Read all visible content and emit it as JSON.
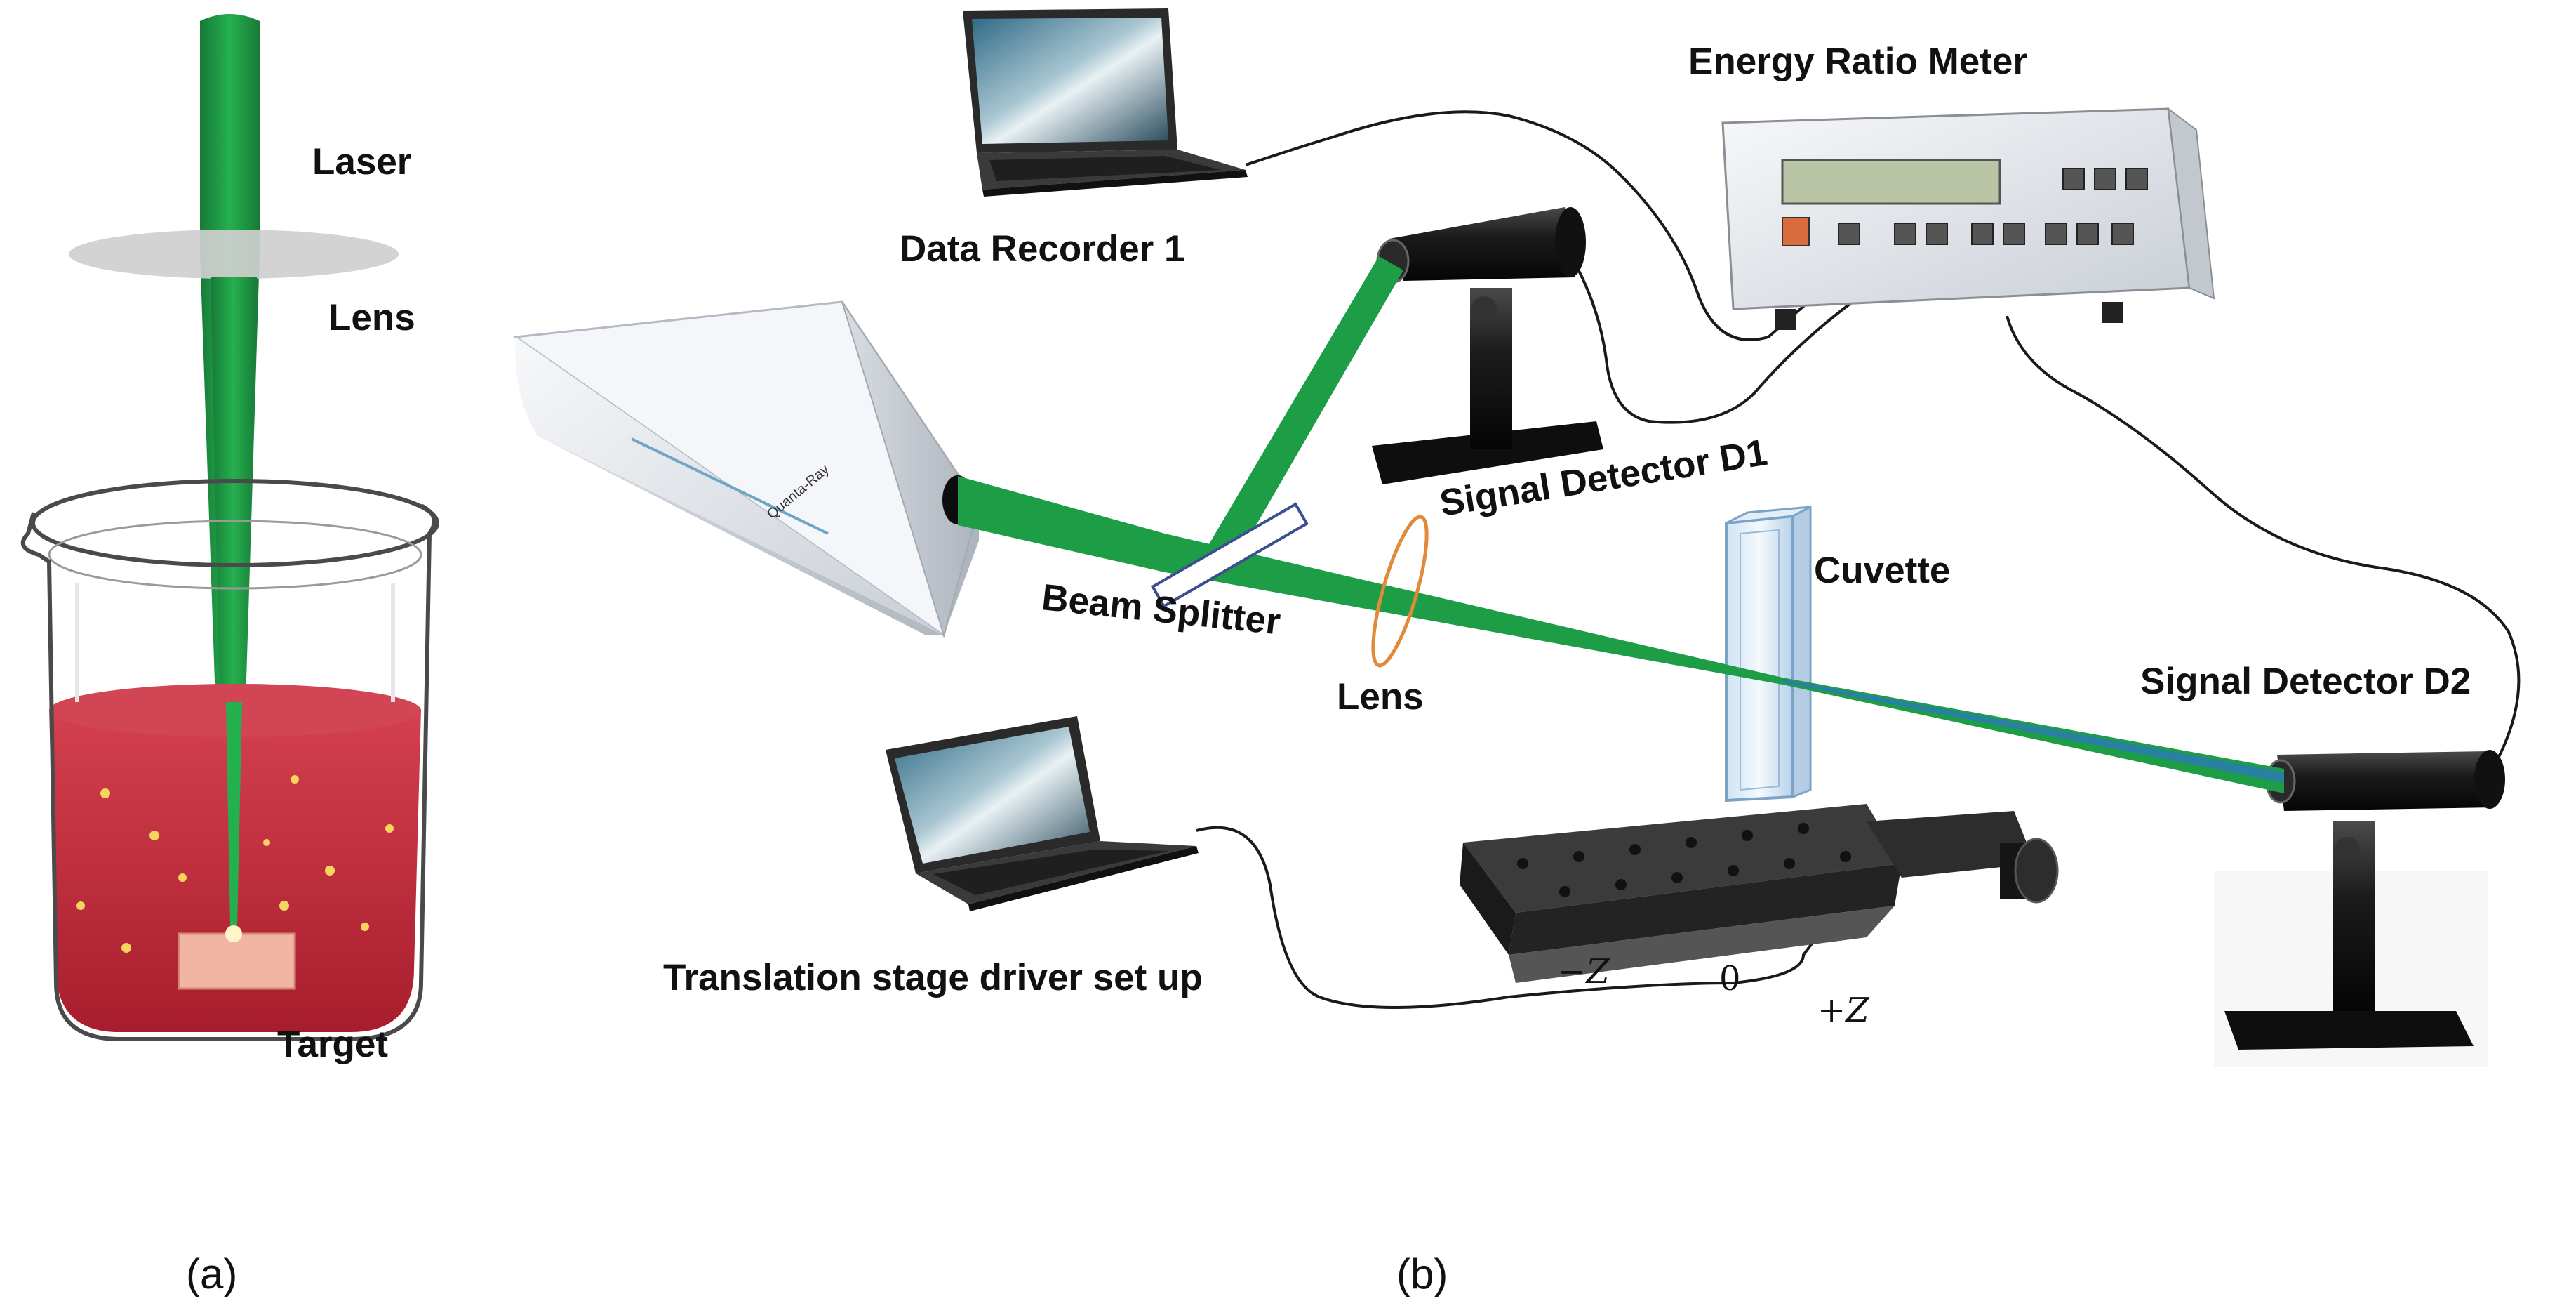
{
  "panel_a": {
    "caption": "(a)",
    "labels": {
      "laser": "Laser",
      "lens": "Lens",
      "target": "Target"
    }
  },
  "panel_b": {
    "caption": "(b)",
    "labels": {
      "data_recorder": "Data Recorder 1",
      "energy_meter": "Energy Ratio Meter",
      "detector_d1": "Signal Detector D1",
      "detector_d2": "Signal Detector D2",
      "beam_splitter": "Beam Splitter",
      "lens": "Lens",
      "cuvette": "Cuvette",
      "translation_driver": "Translation stage driver set up",
      "laser_brand": "Quanta-Ray"
    },
    "stage_axis": {
      "minus": "−Z",
      "zero": "0",
      "plus": "+Z"
    }
  },
  "colors": {
    "laser_green": "#1e9d47",
    "liquid_red": "#c0293a",
    "lens_orange": "#e08a3a"
  }
}
